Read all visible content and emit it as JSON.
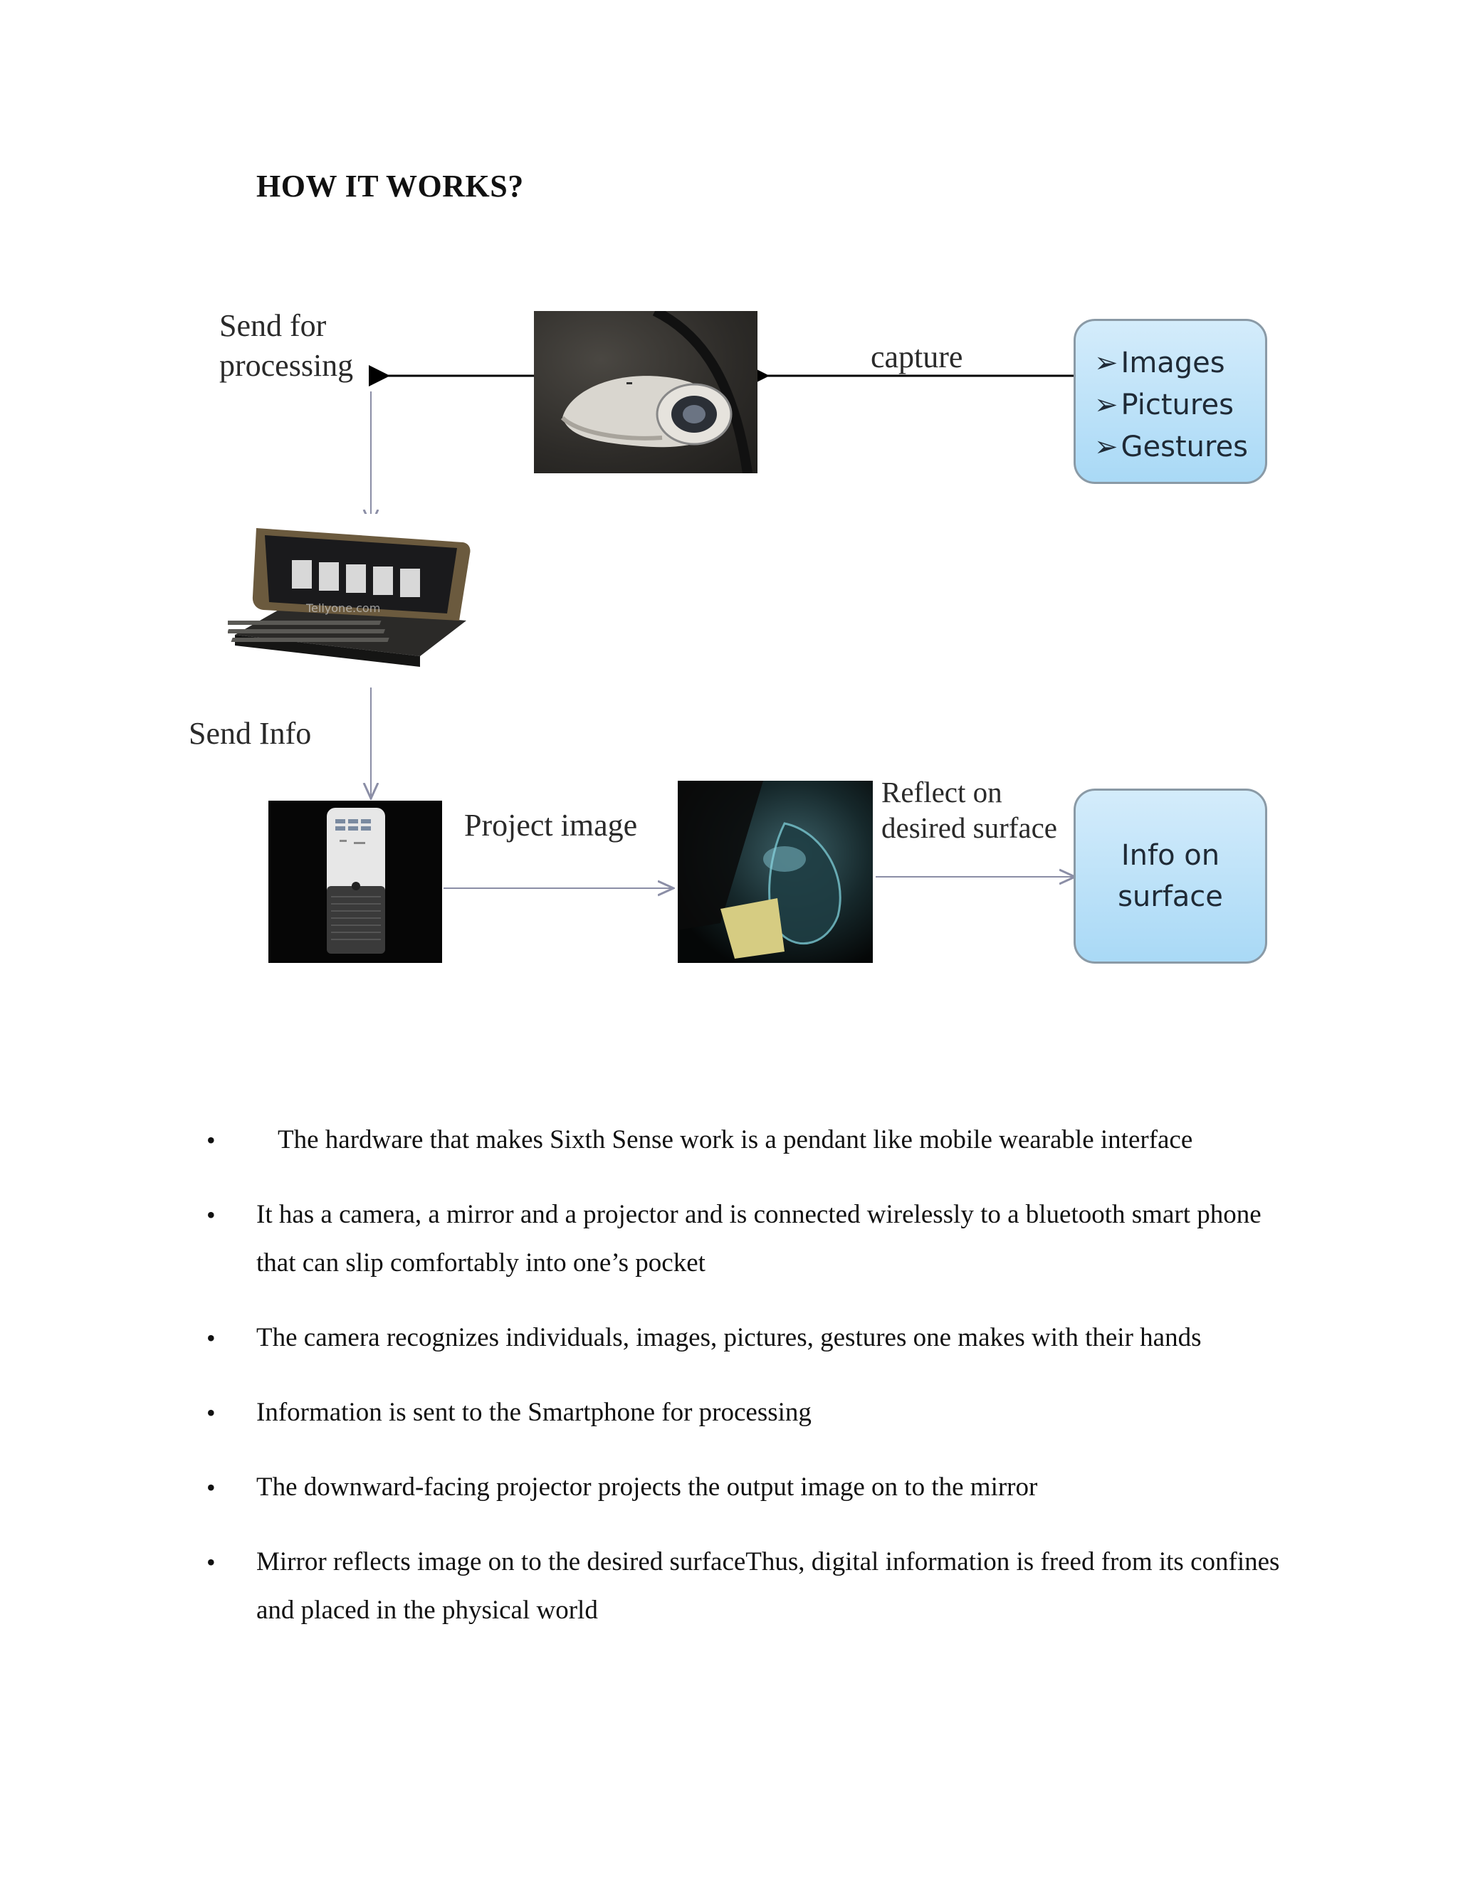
{
  "heading": "HOW IT WORKS?",
  "diagram": {
    "send_for_processing": [
      "Send for",
      "processing"
    ],
    "capture": "capture",
    "capture_box_items": [
      "Images",
      "Pictures",
      "Gestures"
    ],
    "send_info": "Send Info",
    "project_image": "Project image",
    "reflect": [
      "Reflect on",
      "desired surface"
    ],
    "info_box": [
      "Info on",
      "surface"
    ],
    "phone_watermark": "Tellyone.com"
  },
  "bullets": [
    "The hardware that makes Sixth Sense work is a pendant like mobile wearable interface",
    "It has a camera, a mirror and a projector and is connected wirelessly to a bluetooth smart phone that can slip comfortably into one’s pocket",
    "The camera recognizes individuals, images, pictures, gestures one makes with their hands",
    "Information is sent to the Smartphone for processing",
    "The downward-facing projector projects the output image on to the mirror",
    "Mirror reflects image on to the desired surfaceThus, digital information is freed from its confines and placed in the physical world"
  ]
}
